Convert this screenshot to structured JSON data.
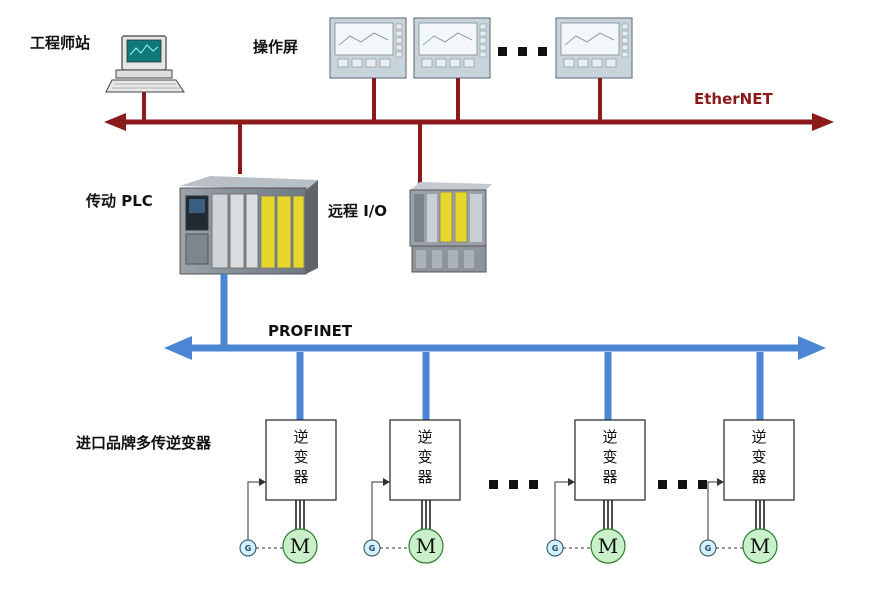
{
  "labels": {
    "workstation": "工程师站",
    "hmi": "操作屏",
    "ethernet": "EtherNET",
    "plc": "传动 PLC",
    "remote_io": "远程 I/O",
    "profinet": "PROFINET",
    "inverters": "进口品牌多传逆变器"
  },
  "inverter": {
    "chars": [
      "逆",
      "变",
      "器"
    ],
    "count": 4
  },
  "motor": {
    "label": "M"
  },
  "generator": {
    "label": "G"
  },
  "colors": {
    "ethernet": "#8b1a1a",
    "profinet": "#4a86d4",
    "motor": "#c9f0c9",
    "generator": "#d6f1fb"
  }
}
